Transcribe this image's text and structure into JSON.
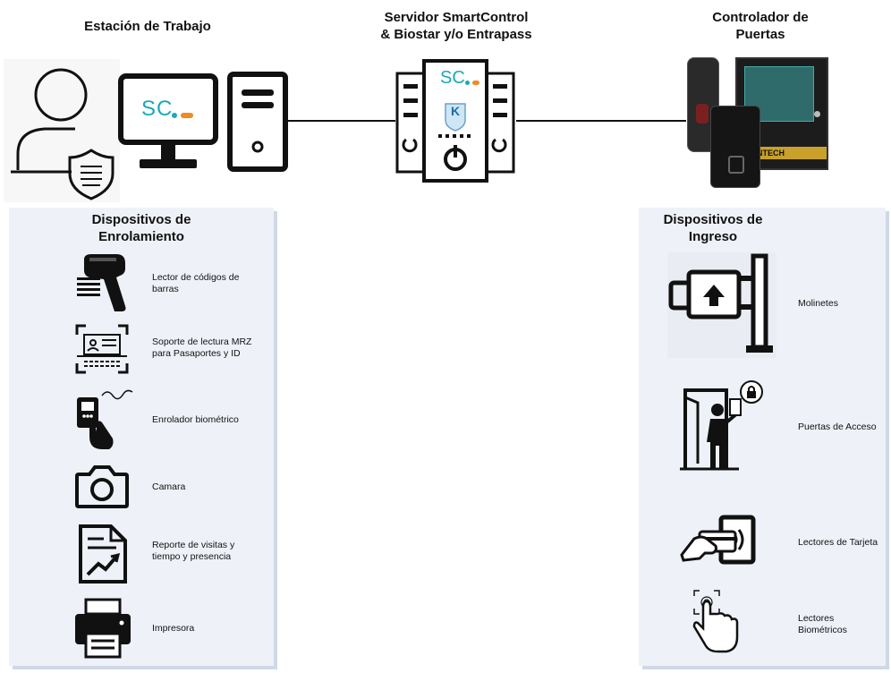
{
  "header": {
    "workstation_title": "Estación de Trabajo",
    "server_title_line1": "Servidor SmartControl",
    "server_title_line2": "& Biostar y/o Entrapass",
    "controller_title_line1": "Controlador de",
    "controller_title_line2": "Puertas"
  },
  "workstation": {
    "screen_logo_s": "SC",
    "screen_logo_dots": ".."
  },
  "server": {
    "logo": "SC",
    "logo_dots": "..",
    "badge": "K"
  },
  "controller": {
    "brand": "NTECH"
  },
  "enrollment": {
    "title_line1": "Dispositivos de",
    "title_line2": "Enrolamiento",
    "items": [
      {
        "line1": "Lector de códigos de",
        "line2": "barras",
        "icon": "barcode-scanner-icon"
      },
      {
        "line1": "Soporte de lectura MRZ",
        "line2": "para Pasaportes y ID",
        "icon": "id-card-scan-icon"
      },
      {
        "line1": "Enrolador biométrico",
        "line2": "",
        "icon": "biometric-enroller-icon"
      },
      {
        "line1": "Camara",
        "line2": "",
        "icon": "camera-icon"
      },
      {
        "line1": "Reporte de visitas y",
        "line2": "tiempo y presencia",
        "icon": "report-icon"
      },
      {
        "line1": "Impresora",
        "line2": "",
        "icon": "printer-icon"
      }
    ]
  },
  "ingress": {
    "title_line1": "Dispositivos de",
    "title_line2": "Ingreso",
    "items": [
      {
        "line1": "Molinetes",
        "line2": "",
        "icon": "turnstile-icon"
      },
      {
        "line1": "Puertas de Acceso",
        "line2": "",
        "icon": "access-door-icon"
      },
      {
        "line1": "Lectores de Tarjeta",
        "line2": "",
        "icon": "card-reader-icon"
      },
      {
        "line1": "Lectores",
        "line2": "Biométricos",
        "icon": "fingerprint-touch-icon"
      }
    ]
  },
  "colors": {
    "panel_bg": "#eef2f8",
    "panel_shadow": "#cfd8e6",
    "sc_teal": "#1aa9b8",
    "sc_orange": "#f08a24",
    "icon_dark": "#111111"
  }
}
